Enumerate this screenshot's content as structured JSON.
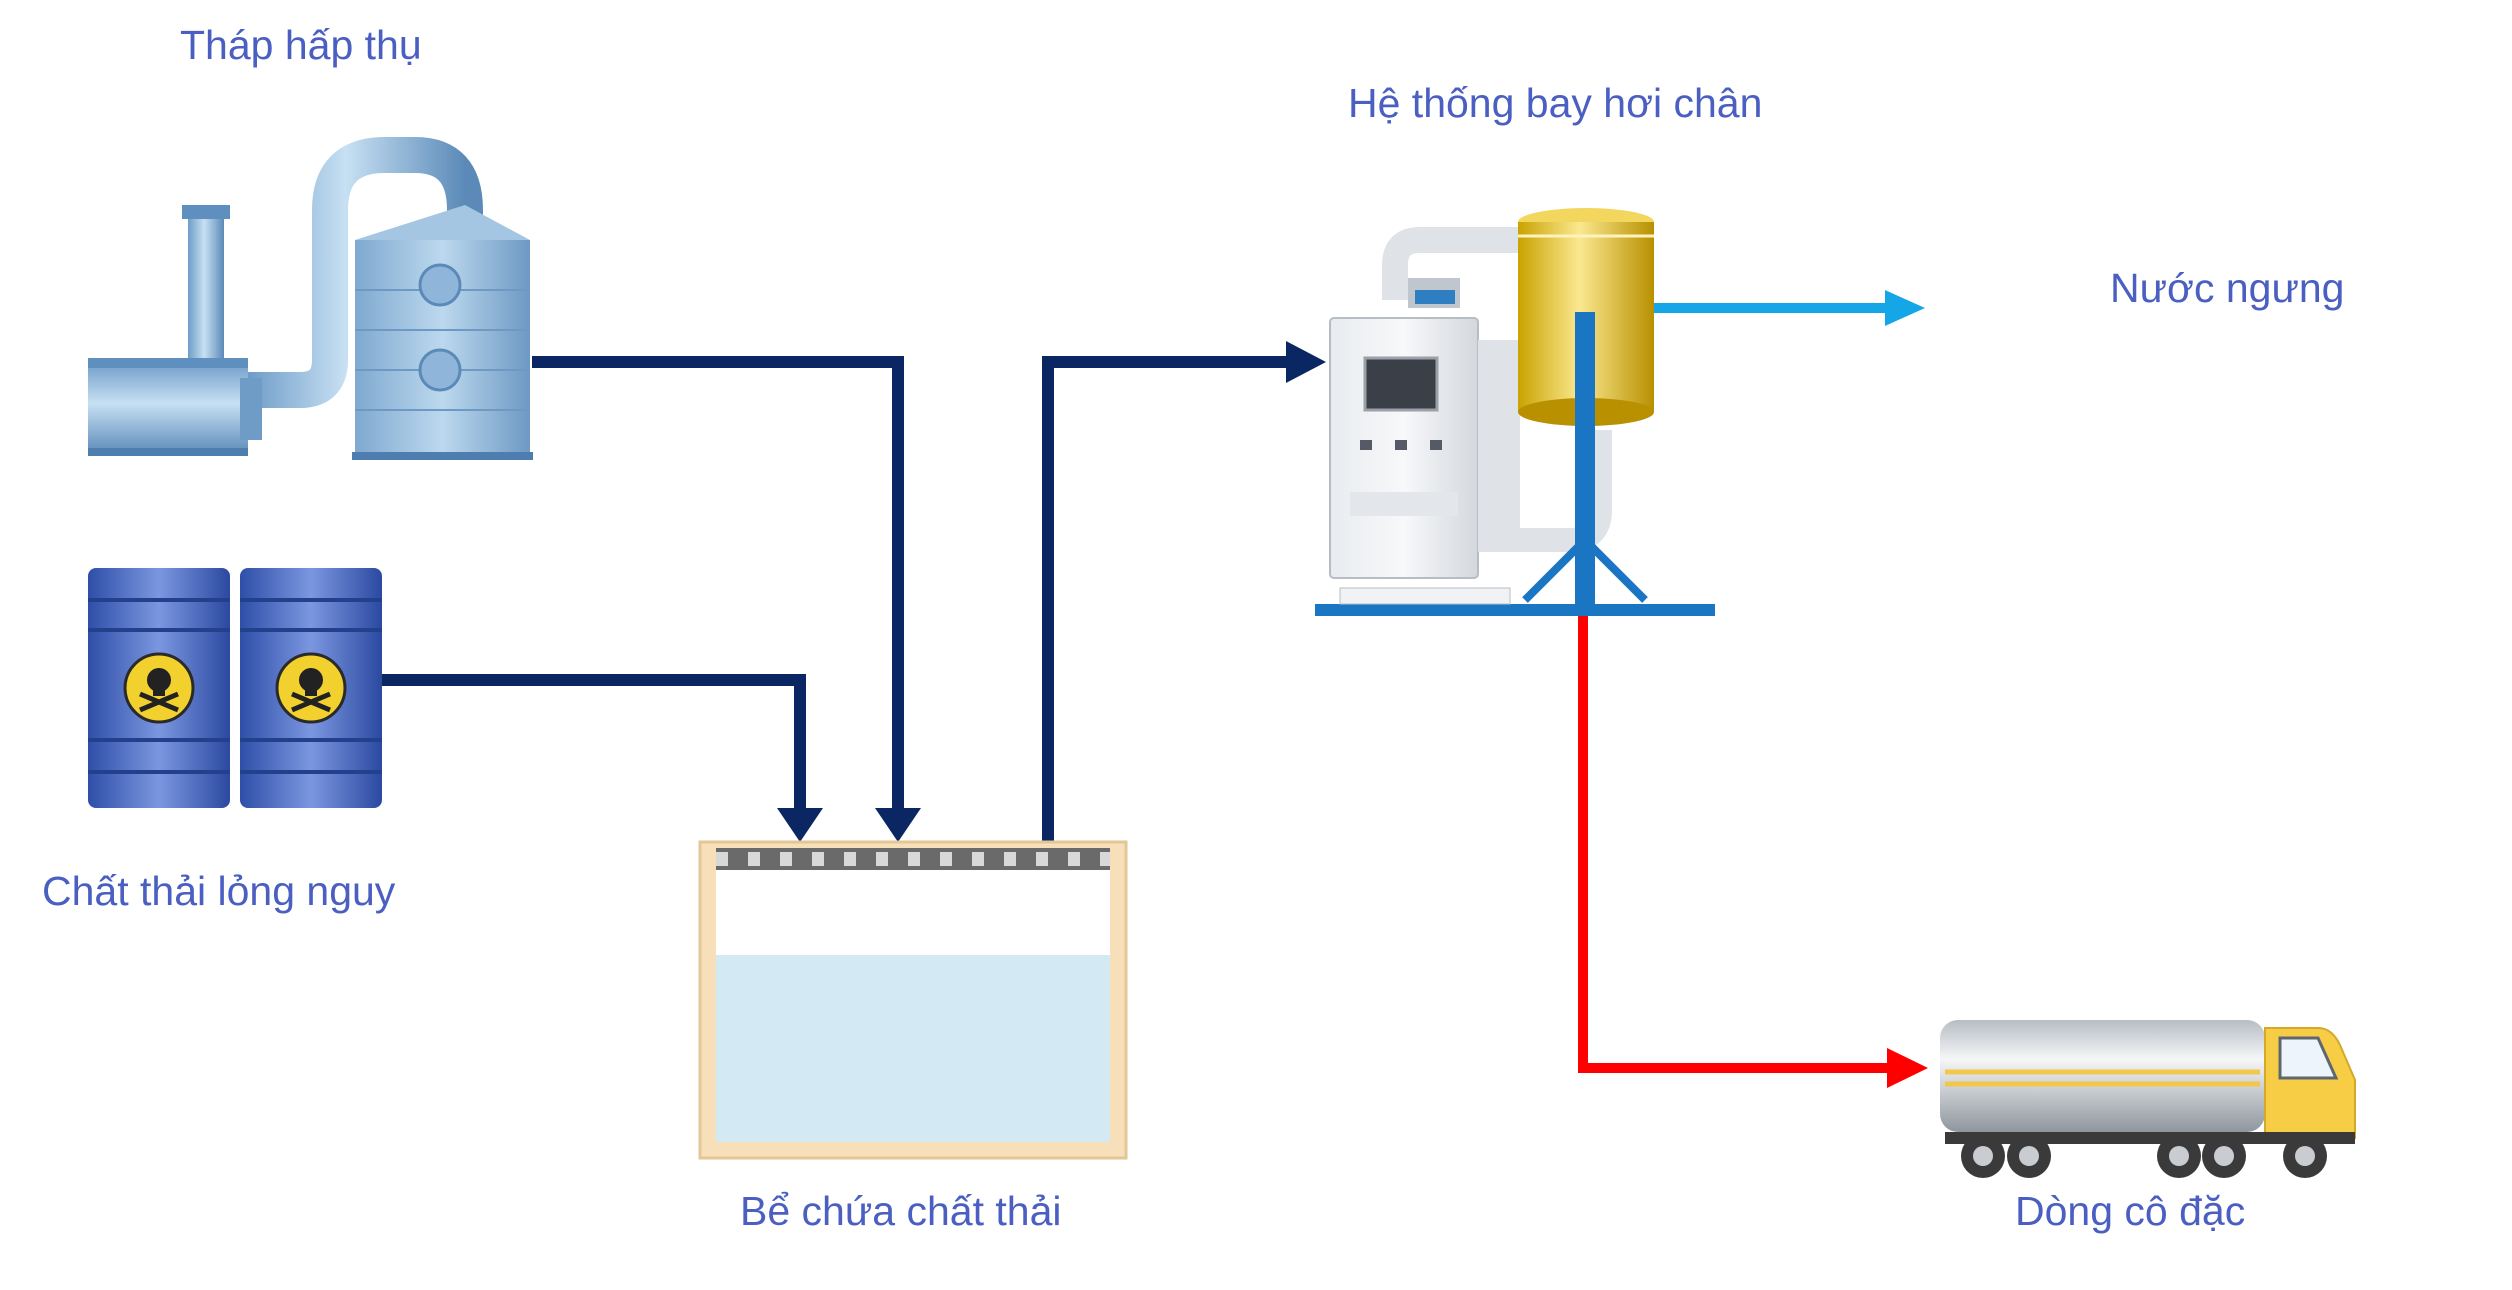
{
  "labels": {
    "absorber": "Tháp hấp thụ",
    "hazardous_liquid": "Chất thải lỏng nguy",
    "waste_tank": "Bể chứa chất thải",
    "evaporator": "Hệ thống bay hơi chân",
    "condensate": "Nước ngưng",
    "concentrate": "Dòng cô đặc"
  },
  "colors": {
    "label_text": "#4a5fc1",
    "main_flow": "#0a2763",
    "condensate_flow": "#14a6e6",
    "concentrate_flow": "#ff0000",
    "tank_liquid": "#d3eaf5",
    "tank_frame": "#f6dfb9",
    "evaporator_tank": "#e6c421",
    "barrel": "#4f6fc9",
    "truck_cab": "#f7cd46"
  },
  "icons": [
    "absorber-tower-icon",
    "hazard-barrel-icon",
    "evaporator-unit-icon",
    "tanker-truck-icon",
    "skull-crossbones-icon"
  ]
}
